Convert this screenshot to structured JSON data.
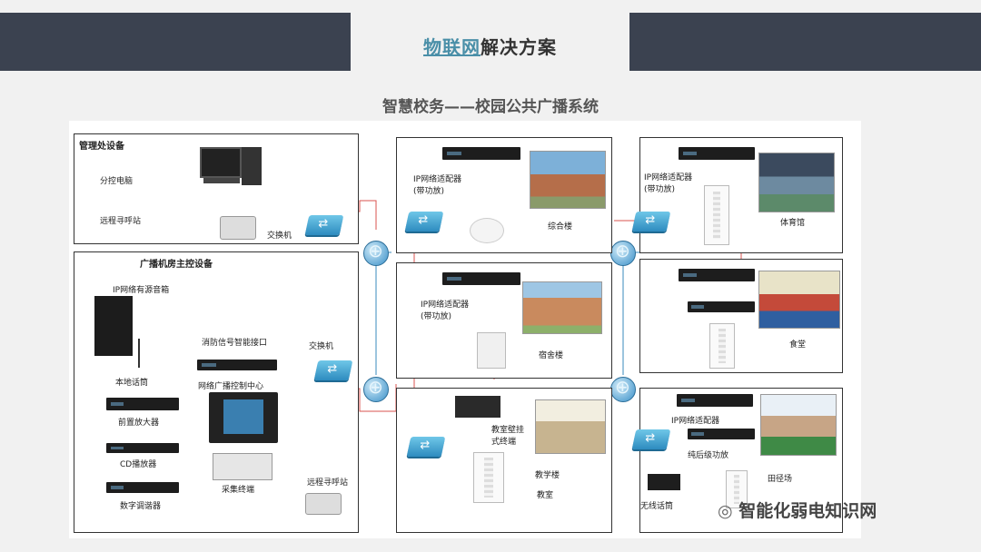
{
  "header": {
    "title_highlight": "物联网",
    "title_rest": "解决方案",
    "subtitle": "智慧校务——校园公共广播系统"
  },
  "management": {
    "title": "管理处设备",
    "pc_label": "分控电脑",
    "remote_label": "远程寻呼站",
    "switch_label": "交换机"
  },
  "control_room": {
    "title": "广播机房主控设备",
    "ip_speaker_label": "IP网络有源音箱",
    "mic_label": "本地话筒",
    "preamp_label": "前置放大器",
    "cd_label": "CD播放器",
    "tuner_label": "数字调谐器",
    "fire_label": "消防信号智能接口",
    "center_label": "网络广播控制中心",
    "collector_label": "采集终端",
    "switch_label": "交换机",
    "remote_label": "远程寻呼站"
  },
  "zones": {
    "complex_adapter": "IP网络适配器\n(带功放)",
    "complex_name": "综合楼",
    "dorm_adapter": "IP网络适配器\n(带功放)",
    "dorm_name": "宿舍楼",
    "teaching_wall": "教室壁挂\n式终端",
    "teaching_name": "教学楼",
    "classroom_name": "教室",
    "gym_adapter": "IP网络适配器\n(带功放)",
    "gym_name": "体育馆",
    "canteen_name": "食堂",
    "field_adapter": "IP网络适配器",
    "field_amp": "纯后级功放",
    "field_name": "田径场",
    "wireless_mic": "无线话筒"
  },
  "watermark": "智能化弱电知识网"
}
